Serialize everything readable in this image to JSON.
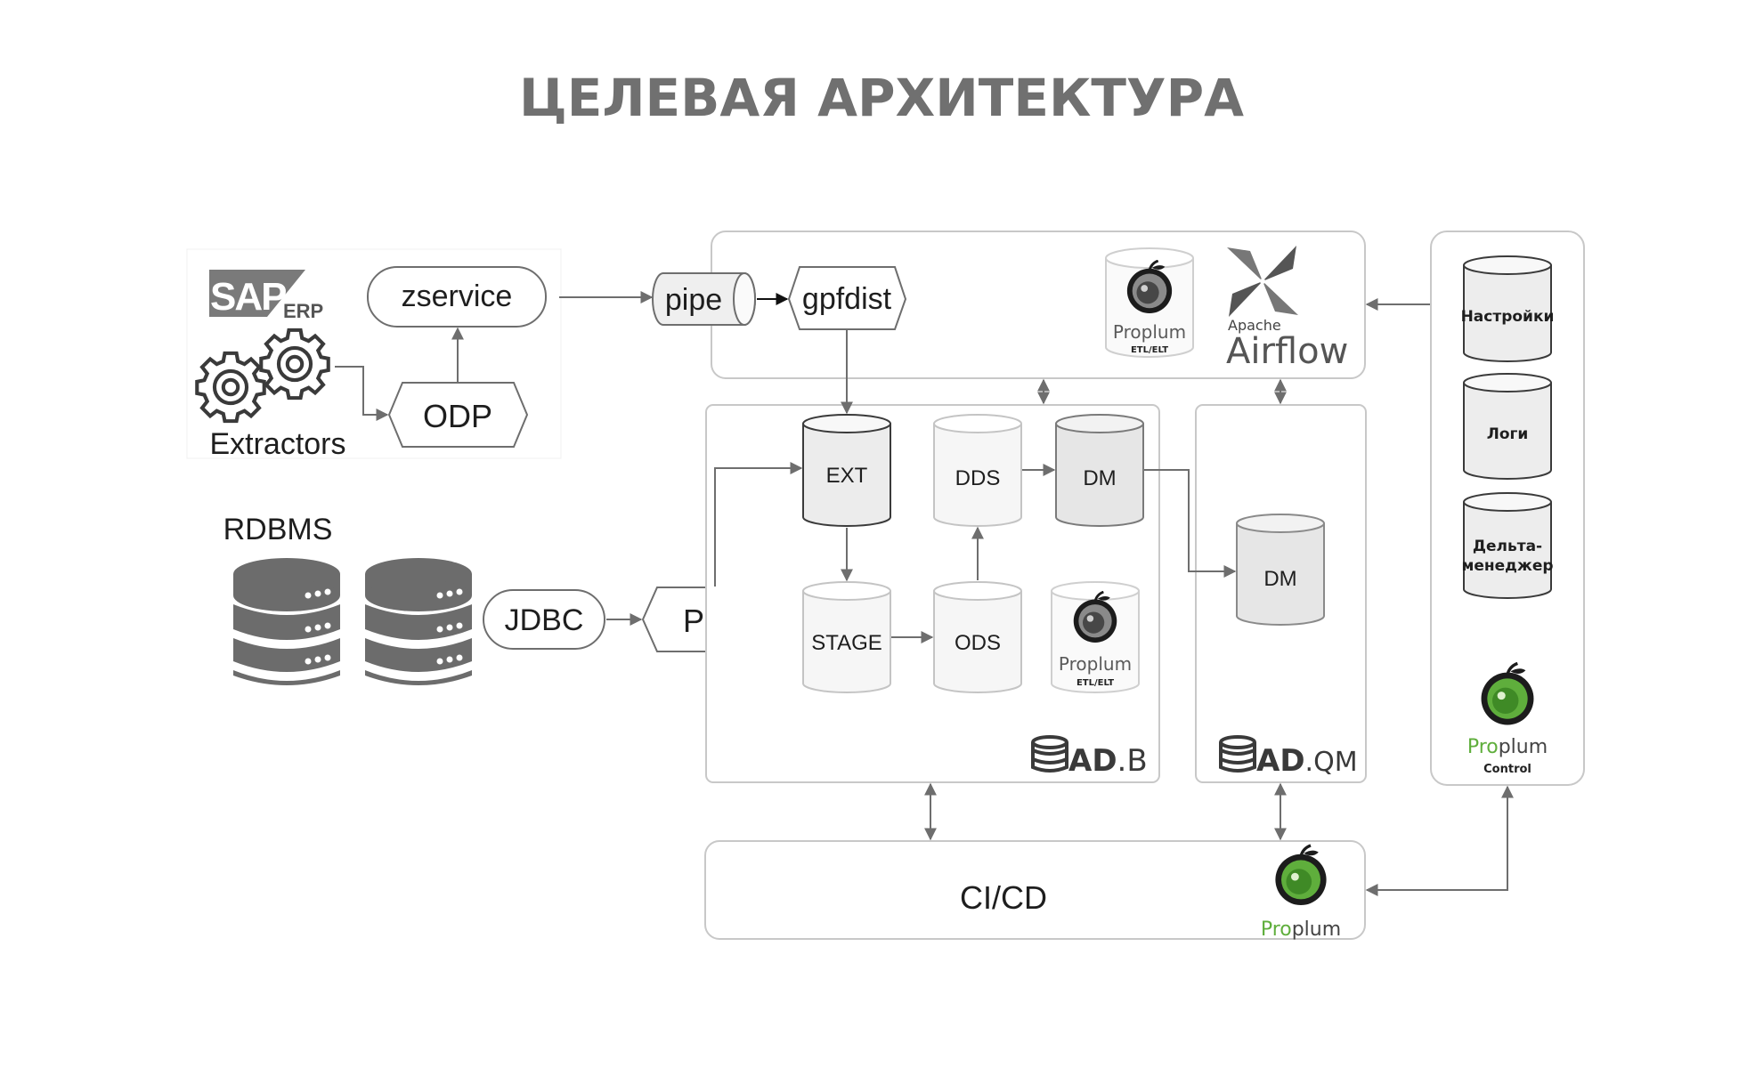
{
  "title": "ЦЕЛЕВАЯ АРХИТЕКТУРА",
  "sources": {
    "sap_logo": "SAP",
    "sap_erp": "ERP",
    "extractors": "Extractors",
    "rdbms": "RDBMS"
  },
  "nodes": {
    "zservice": "zservice",
    "odp": "ODP",
    "pipe": "pipe",
    "gpfdist": "gpfdist",
    "jdbc": "JDBC",
    "pxf": "PXF",
    "ext": "EXT",
    "stage": "STAGE",
    "ods": "ODS",
    "dds": "DDS",
    "dm_adb": "DM",
    "dm_adqm": "DM",
    "cicd": "CI/CD"
  },
  "control": {
    "settings": "Настройки",
    "logs": "Логи",
    "delta_line1": "Дельта-",
    "delta_line2": "менеджер"
  },
  "brands": {
    "proplum_pro": "Pro",
    "proplum_plum": "plum",
    "etl_elt": "ETL/ELT",
    "control": "Control",
    "airflow_apache": "Apache",
    "airflow": "Airflow",
    "adb_main": "AD",
    "adb_suffix": ".B",
    "adqm_main": "AD",
    "adqm_suffix": ".QM"
  },
  "icons": [
    "gears-icon",
    "database-server-icon",
    "proplum-icon",
    "airflow-pinwheel-icon",
    "adb-logo-icon",
    "adqm-logo-icon"
  ],
  "colors": {
    "proplum_green": "#5fae3c",
    "title_gray": "#707070",
    "line_gray": "#6e6e6e",
    "panel_border": "#c8c8c8"
  }
}
